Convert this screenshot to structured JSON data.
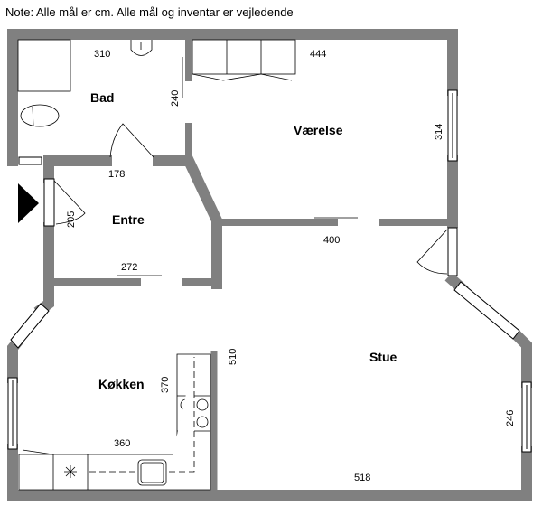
{
  "note": "Note: Alle mål er cm. Alle mål og inventar er vejledende",
  "rooms": {
    "bad": "Bad",
    "vaerelse": "Værelse",
    "entre": "Entre",
    "kokken": "Køkken",
    "stue": "Stue"
  },
  "dimensions": {
    "d310": "310",
    "d444": "444",
    "d240": "240",
    "d314": "314",
    "d178": "178",
    "d205": "205",
    "d400": "400",
    "d272": "272",
    "d370": "370",
    "d510": "510",
    "d360": "360",
    "d246": "246",
    "d518": "518"
  },
  "colors": {
    "wall": "#808080",
    "line": "#000000"
  },
  "icons": {
    "entrance": "entrance-arrow-icon"
  }
}
